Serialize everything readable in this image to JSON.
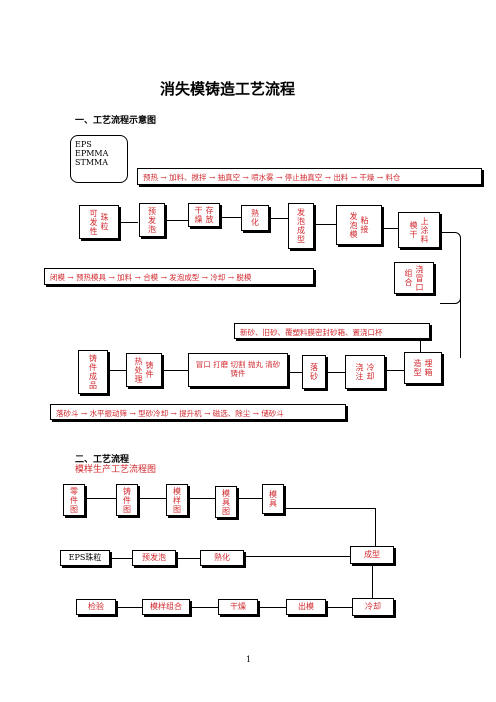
{
  "title": "消失模铸造工艺流程",
  "section1": "一、工艺流程示意图",
  "section2": "二、工艺流程",
  "subtitle2": "模样生产工艺流程图",
  "materials": [
    "EPS",
    "EPMMA",
    "STMMA"
  ],
  "rows": {
    "prep": [
      "预热",
      "加料、搅拌",
      "抽真空",
      "喷水雾",
      "停止抽真空",
      "出料",
      "干燥",
      "料仓"
    ],
    "mold": [
      "闭模",
      "预热模具",
      "加料",
      "合模",
      "发泡成型",
      "冷却",
      "脱模"
    ],
    "sand": [
      "落砂斗",
      "水平振动筛",
      "型砂冷却",
      "提升机",
      "磁选、除尘",
      "储砂斗"
    ],
    "recycle": "新砂、旧砂、覆塑料膜密封砂箱、置浇口杯"
  },
  "process_boxes": {
    "b1a": "可发性",
    "b1b": "珠粒",
    "b2": "预发泡",
    "b3a": "干燥",
    "b3b": "存放",
    "b4": "熟化",
    "b5": "发泡成型",
    "b6a": "发泡模",
    "b6b": "粘接",
    "b7a": "模干",
    "b7b": "上涂料",
    "b8a": "组合",
    "b8b": "浇冒口",
    "r1": "铸件成品",
    "r2a": "热处理",
    "r2b": "铸件",
    "r3": "冒口 打磨 切割 抛丸 清砂 铸件",
    "r4": "落砂",
    "r5a": "浇注",
    "r5b": "冷却",
    "r6a": "造型",
    "r6b": "埋箱"
  },
  "flow2": {
    "top": [
      "零件图",
      "铸件图",
      "模样图",
      "模具图",
      "模具"
    ],
    "mid": [
      "EPS珠粒",
      "预发泡",
      "熟化",
      "成型"
    ],
    "bot": [
      "检验",
      "模样组合",
      "干燥",
      "出模",
      "冷却"
    ]
  },
  "page_number": "1"
}
